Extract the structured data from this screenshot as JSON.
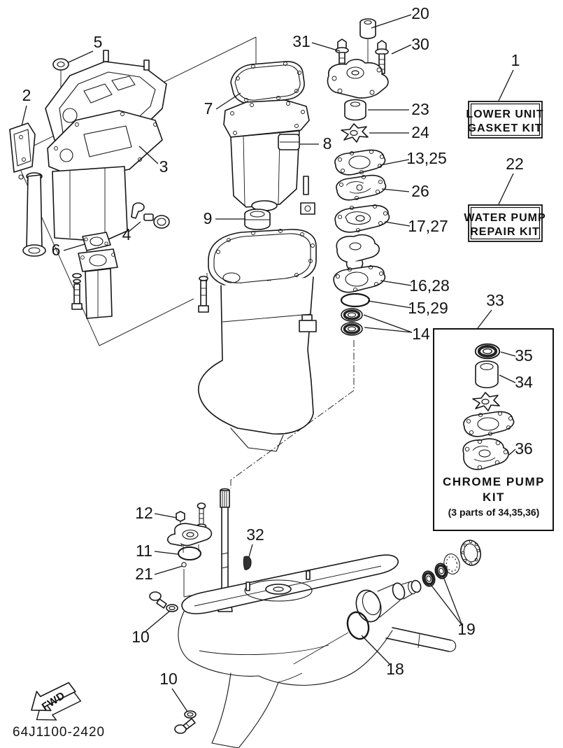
{
  "page": {
    "background": "#ffffff",
    "line_color": "#161616"
  },
  "diagram_code": "64J1100-2420",
  "fwd_arrow": {
    "label": "FWD"
  },
  "kit_boxes": {
    "lower_unit_gasket": {
      "line1": "LOWER UNIT",
      "line2": "GASKET KIT"
    },
    "water_pump_repair": {
      "line1": "WATER PUMP",
      "line2": "REPAIR KIT"
    },
    "chrome_pump": {
      "line1": "CHROME PUMP",
      "line2": "KIT",
      "line3": "(3 parts of 34,35,36)"
    }
  },
  "callouts": {
    "c1": "1",
    "c2": "2",
    "c3": "3",
    "c4": "4",
    "c5": "5",
    "c6": "6",
    "c7": "7",
    "c8": "8",
    "c9": "9",
    "c10a": "10",
    "c10b": "10",
    "c11": "11",
    "c12": "12",
    "c13_25": "13,25",
    "c14": "14",
    "c15_29": "15,29",
    "c16_28": "16,28",
    "c17_27": "17,27",
    "c18": "18",
    "c19": "19",
    "c20": "20",
    "c21": "21",
    "c22": "22",
    "c23": "23",
    "c24": "24",
    "c26": "26",
    "c30": "30",
    "c31": "31",
    "c32": "32",
    "c33": "33",
    "c34": "34",
    "c35": "35",
    "c36": "36"
  }
}
